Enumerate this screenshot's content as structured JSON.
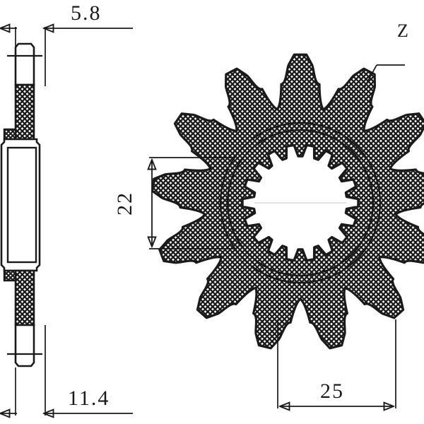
{
  "drawing": {
    "type": "engineering-drawing",
    "subject": "motorcycle front sprocket",
    "views": [
      {
        "name": "cross-section-view",
        "position": "left",
        "description": "sectioned side profile with hatching"
      },
      {
        "name": "front-view",
        "position": "right",
        "description": "face view with external teeth and internal spline"
      }
    ],
    "background_color": "#ffffff",
    "line_color": "#1a1a1a"
  },
  "dimensions": {
    "thickness_top": "5.8",
    "thickness_bottom": "11.4",
    "tooth_root_vertical": "22",
    "tooth_root_horizontal": "25"
  },
  "callouts": {
    "tooth_count_symbol": "Z"
  },
  "geometry": {
    "outer_teeth": 13,
    "spline_teeth": 18
  }
}
